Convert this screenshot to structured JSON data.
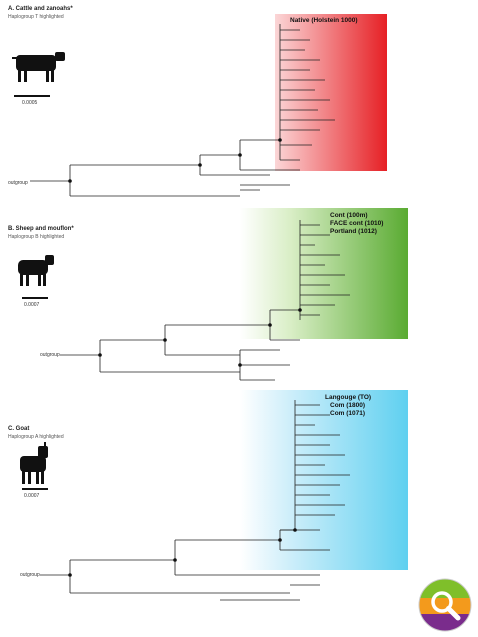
{
  "panels": [
    {
      "title": "A. Cattle and zanoahs*",
      "subtitle": "Haplogroup T highlighted",
      "scale": "0.0005",
      "outgroup": "outgroup",
      "highlight_color": "#e9262b",
      "clade_label": "Native (Holstein 1000)",
      "animal_icon": "cow-icon"
    },
    {
      "title": "B. Sheep and mouflon*",
      "subtitle": "Haplogroup B highlighted",
      "scale": "0.0007",
      "outgroup": "outgroup",
      "highlight_color": "#5fb135",
      "clade_labels": [
        "Cont (100m)",
        "FACE cont (1010)",
        "Portland (1012)"
      ],
      "animal_icon": "sheep-icon"
    },
    {
      "title": "C. Goat",
      "subtitle": "Haplogroup A highlighted",
      "scale": "0.0007",
      "outgroup": "outgroup",
      "highlight_color": "#5fd0f0",
      "clade_labels": [
        "Langouge (TO)",
        "Com (1800)",
        "Com (1071)"
      ],
      "animal_icon": "goat-icon"
    }
  ],
  "zoom_button": {
    "icon": "magnifier-icon",
    "colors": [
      "#7fbf2a",
      "#f39a1c",
      "#7a2c8c"
    ]
  }
}
